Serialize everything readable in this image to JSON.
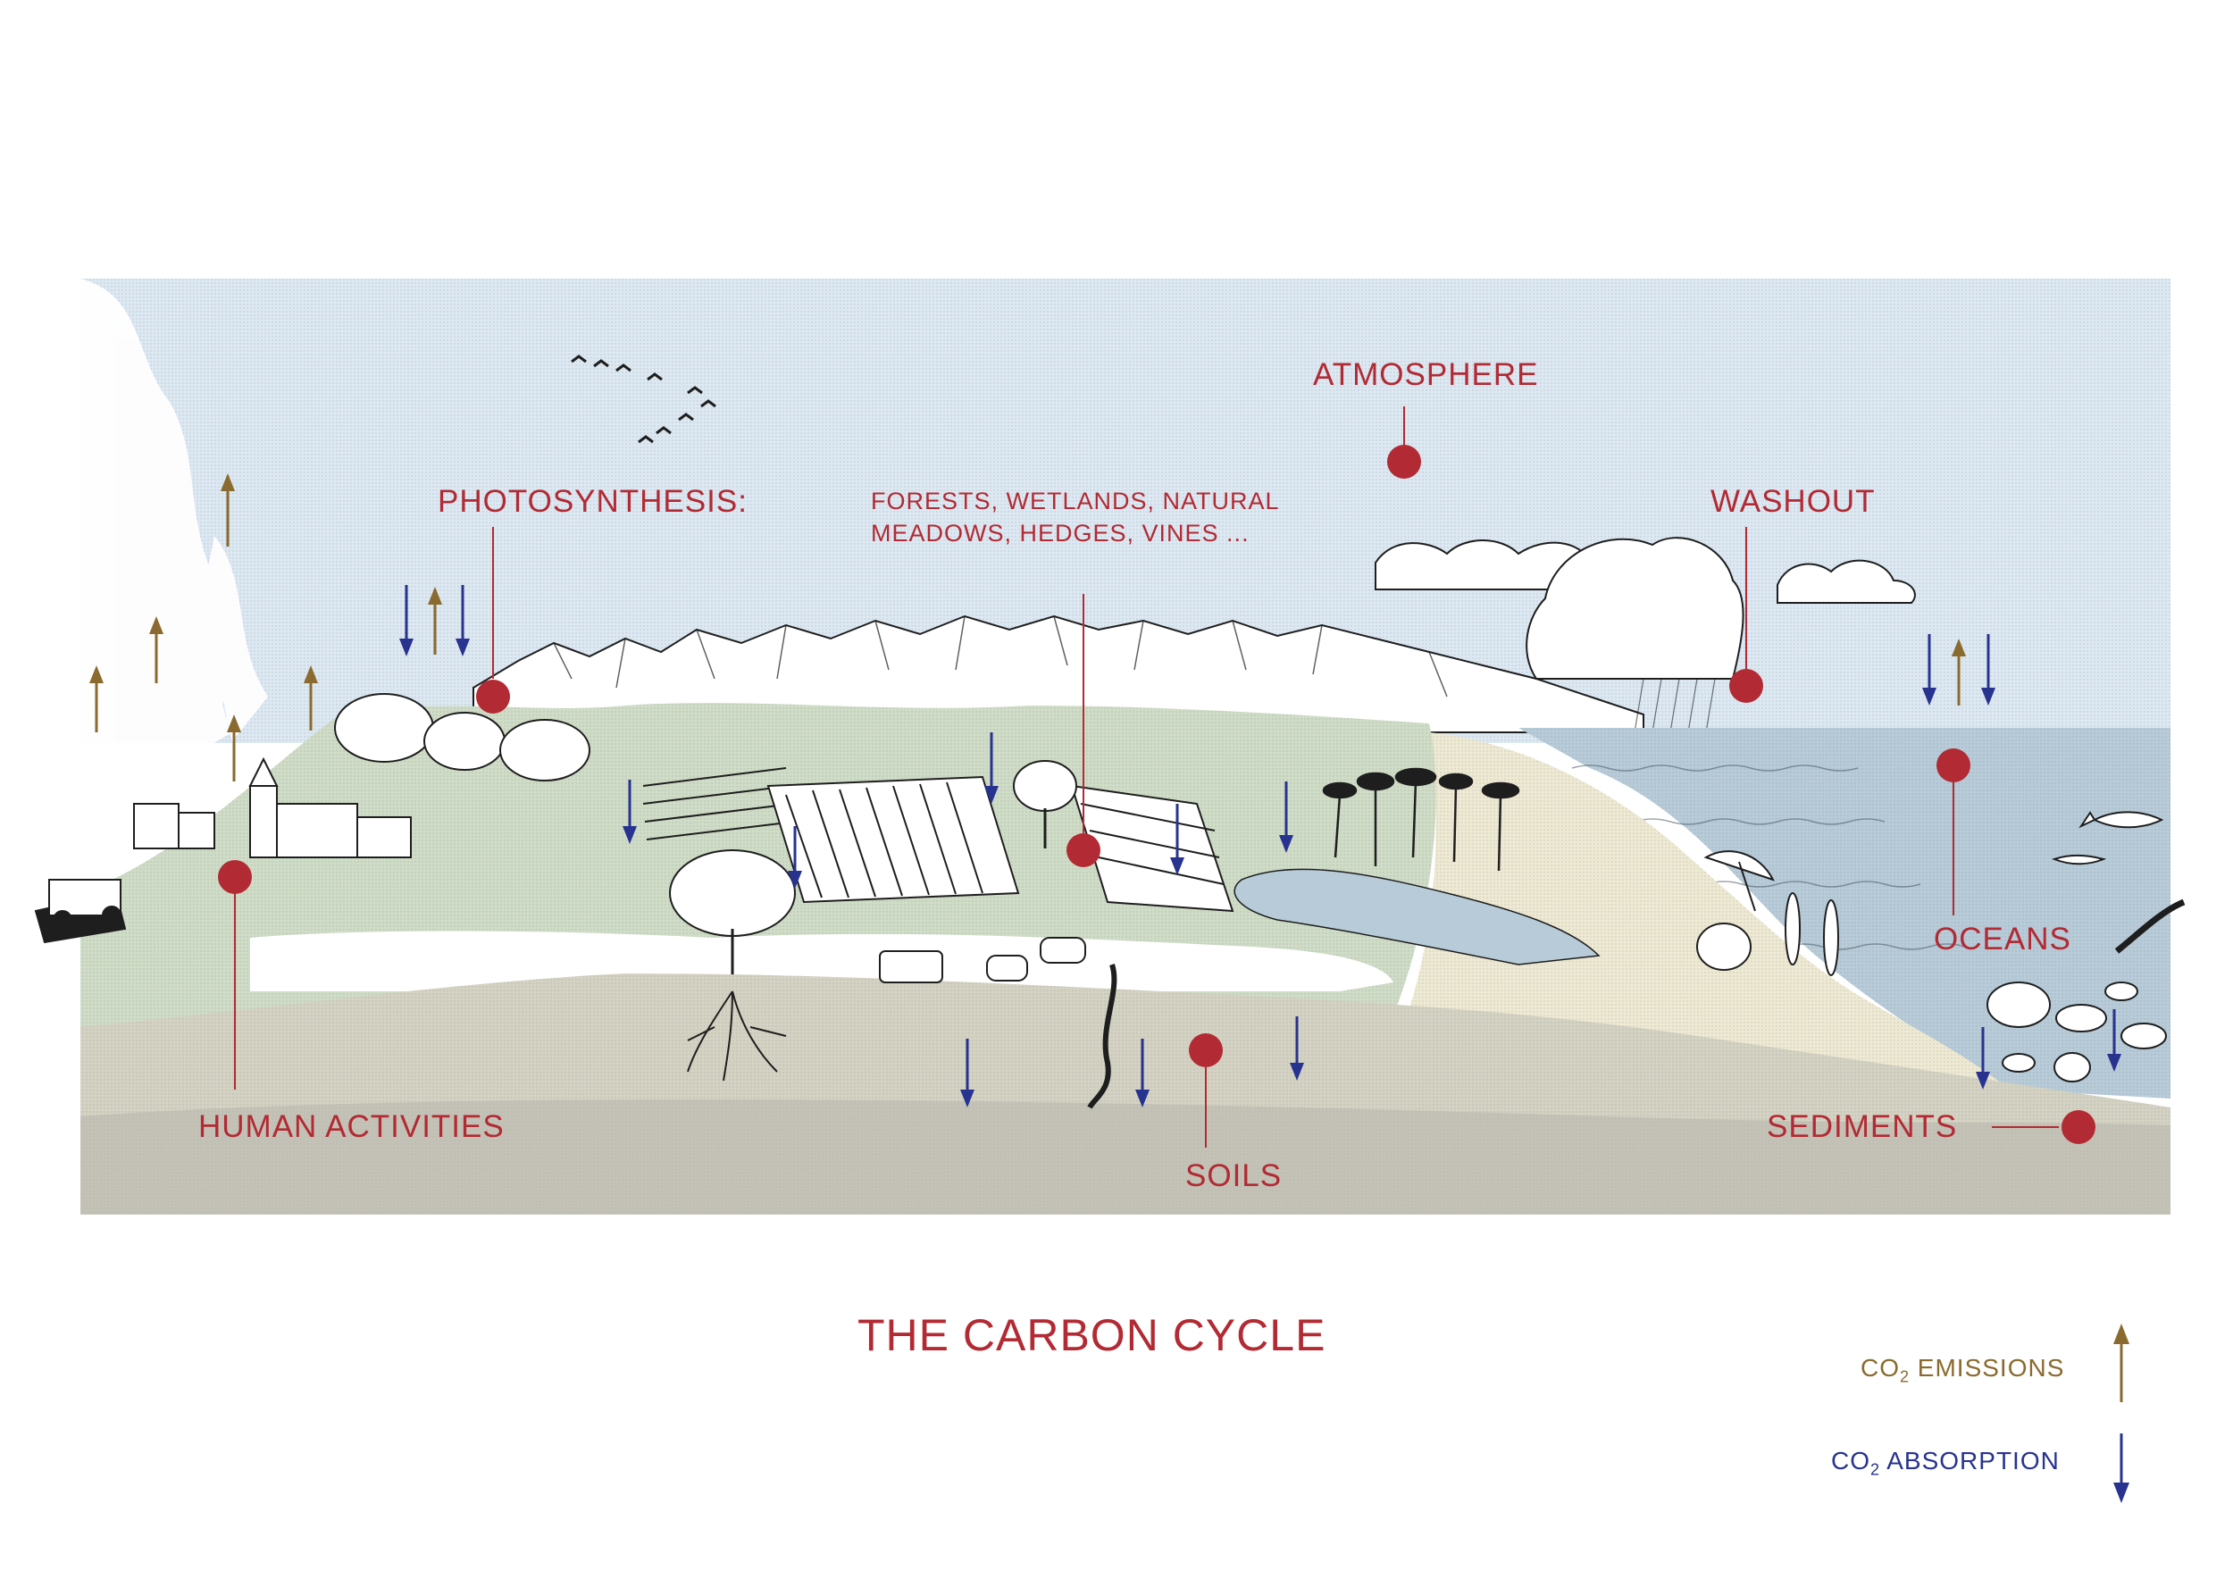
{
  "title": "THE CARBON CYCLE",
  "labels": {
    "atmosphere": "ATMOSPHERE",
    "photosynthesis": "PHOTOSYNTHESIS:",
    "ecosystems_line1": "FORESTS, WETLANDS, NATURAL",
    "ecosystems_line2": "MEADOWS, HEDGES, VINES ...",
    "washout": "WASHOUT",
    "oceans": "OCEANS",
    "human_activities": "HUMAN ACTIVITIES",
    "soils": "SOILS",
    "sediments": "SEDIMENTS"
  },
  "legend": {
    "emissions_prefix": "CO",
    "emissions_sub": "2",
    "emissions_suffix": " EMISSIONS",
    "absorption_prefix": "CO",
    "absorption_sub": "2",
    "absorption_suffix": " ABSORPTION"
  },
  "colors": {
    "label_red": "#b22a33",
    "emission_arrow": "#8a6a2e",
    "absorption_arrow": "#27338f",
    "sky": "#dce8f2",
    "land": "#cfdcc6",
    "soil": "#d4d2c2",
    "sea": "#b7cbd8",
    "sand": "#eee9d2"
  }
}
